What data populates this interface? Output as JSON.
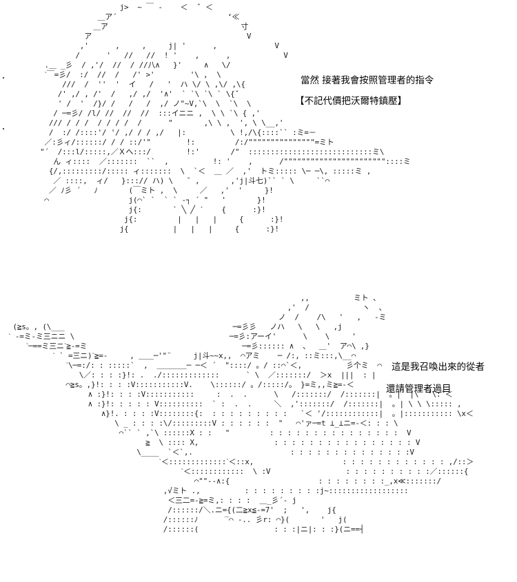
{
  "panel_1": {
    "dialogue": [
      "當然  接著我會按照管理者的指令",
      "【不記代價把沃爾特鎮壓】"
    ]
  },
  "panel_2": {
    "dialogue": [
      "這是我召喚出來的從者",
      "還請管理者過目"
    ]
  }
}
